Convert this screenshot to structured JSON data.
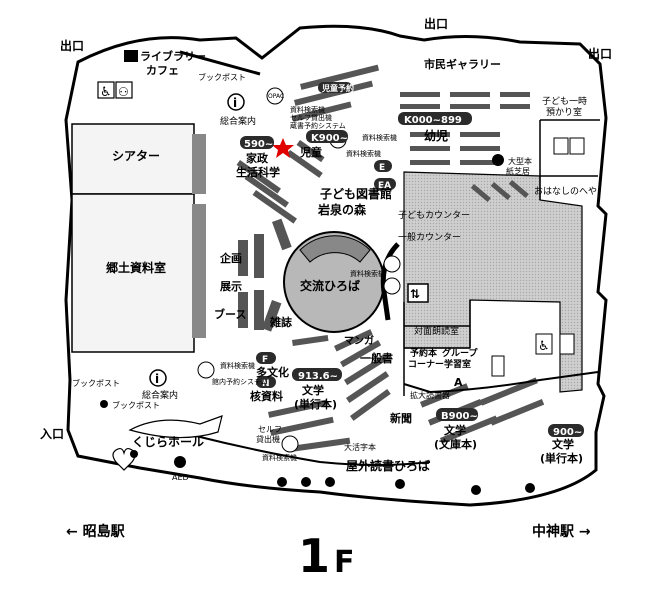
{
  "map": {
    "floor_label": "1F",
    "floor_number": "1",
    "floor_suffix": "F",
    "station_left": "← 昭島駅",
    "station_right": "中神駅 →",
    "exits": {
      "top_left": "出口",
      "top_center": "出口",
      "top_right": "出口",
      "entrance_left": "入口"
    },
    "rooms": {
      "theater": "シアター",
      "local_archive": "郷土資料室",
      "library_cafe_1": "ライブラリー",
      "library_cafe_2": "カフェ",
      "citizen_gallery": "市民ギャラリー",
      "kids_nursing_1": "子ども一時",
      "kids_nursing_2": "預かり室",
      "story_room": "おはなしのへや",
      "exchange_plaza": "交流ひろば",
      "whale_hall": "くじらホール",
      "outdoor_plaza": "屋外読書ひろば",
      "kids_library_1": "子ども図書館",
      "kids_library_2": "岩泉の森",
      "group_study_1": "グループ",
      "group_study_2": "学習室",
      "reservation_corner_1": "予約本",
      "reservation_corner_2": "コーナー",
      "face_to_face": "対面朗読室",
      "big_picture_books_1": "大型本",
      "big_picture_books_2": "紙芝居"
    },
    "counters": {
      "info_top": "総合案内",
      "info_bottom": "総合案内",
      "kids_counter": "子どもカウンター",
      "general_counter": "一般カウンター",
      "book_post_top": "ブックポスト",
      "book_post_bottom_1": "ブックポスト",
      "book_post_bottom_2": "ブックポスト",
      "self_checkout_1": "セルフ",
      "self_checkout_2": "貸出機",
      "opac": "OPAC",
      "search_1": "資料検索機",
      "search_2": "セルフ貸出機",
      "search_3": "蔵書予約システム",
      "search_4": "資料検索機",
      "search_5": "資料検索機",
      "search_6": "館内予約システム",
      "search_7": "資料検索機",
      "search_8": "資料検索機",
      "search_9": "資料検索機",
      "kids_reserve": "児童予約"
    },
    "sections": {
      "k_range_top": "K900~",
      "k_range_top2": "児童",
      "k_range_mid": "K000~899",
      "youji": "幼児",
      "kateika_num": "590~",
      "kateika_1": "家政",
      "kateika_2": "生活科学",
      "kikaku_1": "企画",
      "kikaku_2": "展示",
      "kikaku_3": "ブース",
      "zasshi": "雑誌",
      "manga": "マンガ",
      "ippansho": "一般書",
      "f_label": "F",
      "tabunka": "多文化",
      "n_label": "N",
      "kakushiryo": "核資料",
      "bungaku_num": "913.6~",
      "bungaku_1": "文学",
      "bungaku_2": "(単行本)",
      "shinbun": "新聞",
      "bunko_num": "B900~",
      "bunko_1": "文学",
      "bunko_2": "(文庫本)",
      "right_num": "900~",
      "right_1": "文学",
      "right_2": "(単行本)",
      "large_print": "大活字本",
      "large_print_2": "拡大読書器",
      "e_label": "E",
      "ea_label": "EA",
      "aed": "AED",
      "ka_label": "A"
    },
    "colors": {
      "ink": "#000000",
      "shelf": "#555555",
      "floor_gray": "#d9d9d9",
      "star": "#e00000"
    }
  }
}
